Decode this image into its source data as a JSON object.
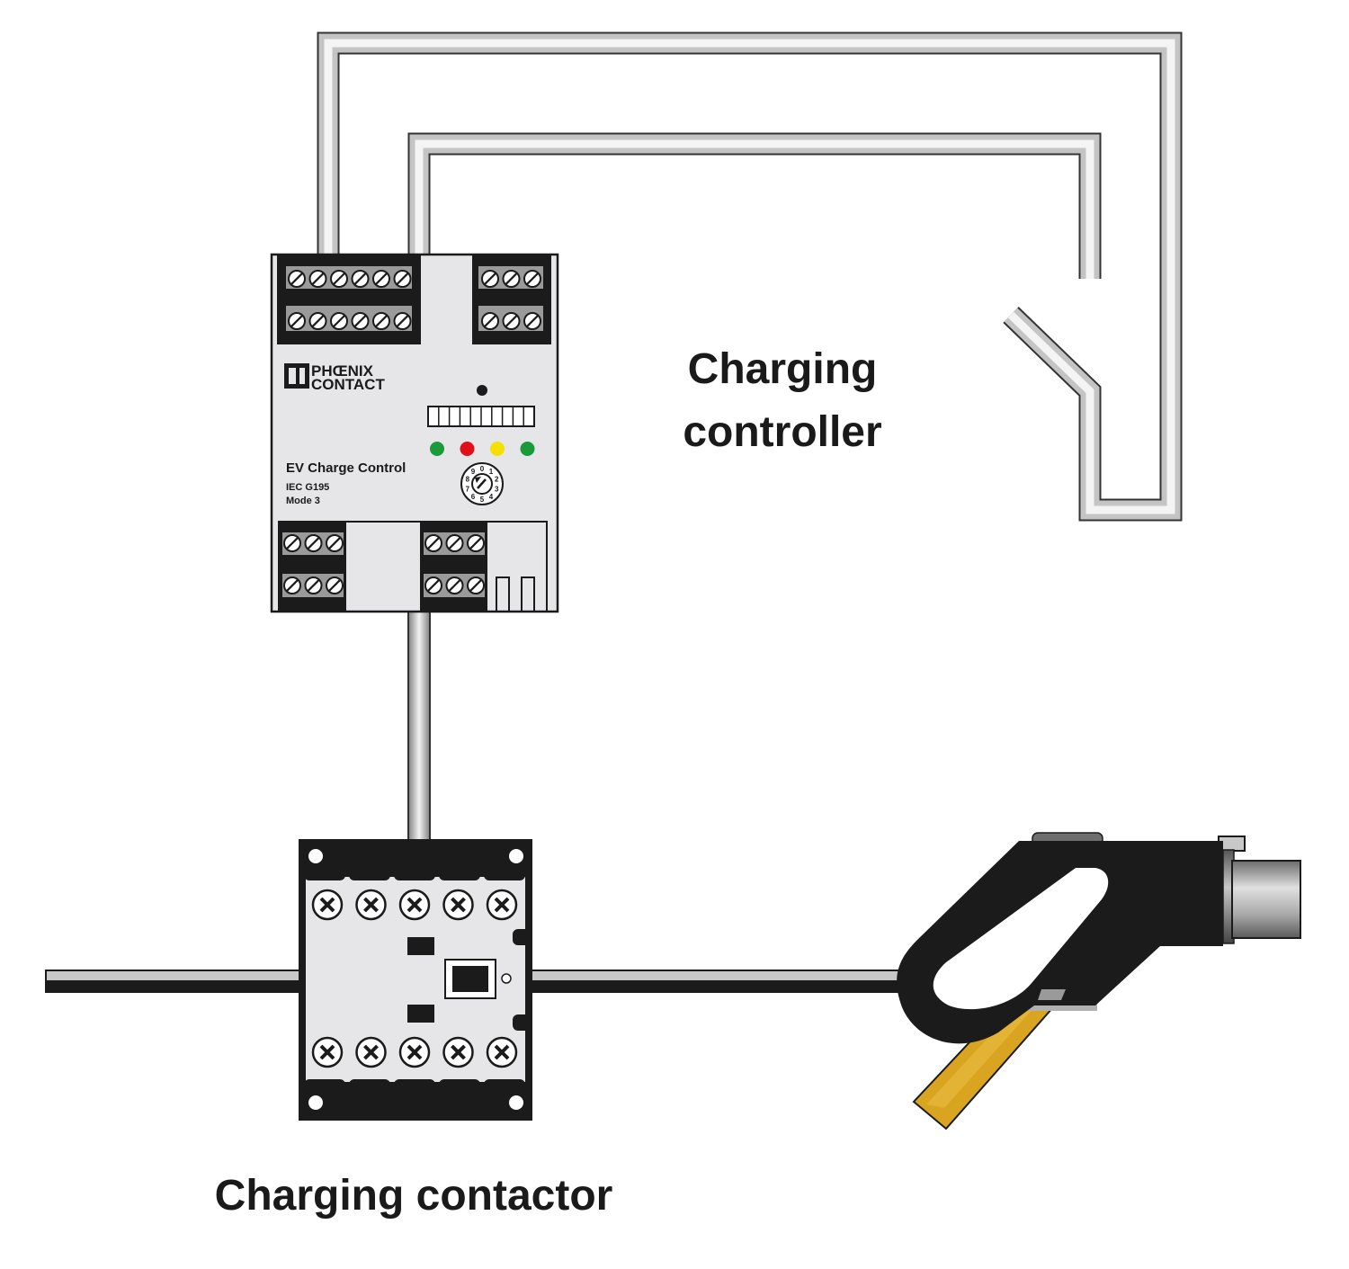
{
  "labels": {
    "charging_controller_line1": "Charging",
    "charging_controller_line2": "controller",
    "charging_contactor": "Charging contactor"
  },
  "controller_device": {
    "brand_line1": "PHŒNIX",
    "brand_line2": "CONTACT",
    "product_name": "EV Charge Control",
    "standard": "IEC G195",
    "mode": "Mode 3",
    "dial_digits": [
      "0",
      "1",
      "2",
      "3",
      "4",
      "5",
      "6",
      "7",
      "8",
      "9"
    ],
    "led_colors": [
      "#1a9a3a",
      "#e0101a",
      "#f5e000",
      "#1a9a3a"
    ]
  },
  "colors": {
    "cable_yellow": "#d9a520",
    "device_body": "#e6e6e9",
    "terminal_black": "#1b1b1b"
  }
}
